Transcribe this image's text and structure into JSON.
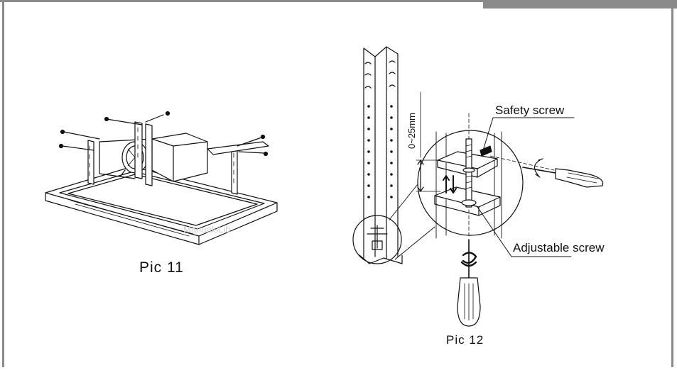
{
  "page": {
    "border_color": "#8a8a8a"
  },
  "pic11": {
    "caption": "Pic 11",
    "watermark": "ManualsLib"
  },
  "pic12": {
    "caption": "Pic 12",
    "safety_screw_label": "Safety screw",
    "adjustable_screw_label": "Adjustable screw",
    "dimension_label": "0~25mm"
  }
}
